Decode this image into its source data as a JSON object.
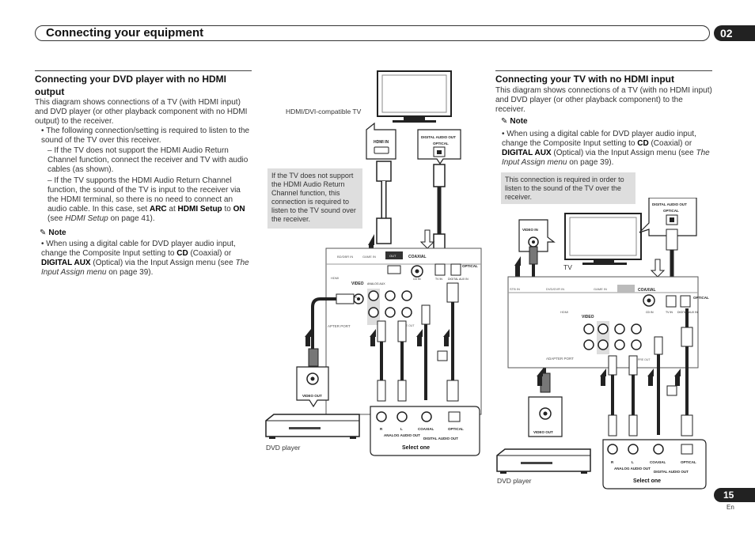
{
  "header": {
    "title": "Connecting your equipment",
    "chapter": "02"
  },
  "left": {
    "heading": "Connecting your DVD player with no HDMI output",
    "intro": "This diagram shows connections of a TV (with HDMI input) and DVD player (or other playback component with no HDMI output) to the receiver.",
    "bullet1": "The following connection/setting is required to listen to the sound of the TV over this receiver.",
    "sub1": "If the TV does not support the HDMI Audio Return Channel function, connect the receiver and TV with audio cables (as shown).",
    "sub2_a": "If the TV supports the HDMI Audio Return Channel function, the sound of the TV is input to the receiver via the HDMI terminal, so there is no need to connect an audio cable. In this case, set",
    "sub2_arc": "ARC",
    "sub2_at": "at",
    "sub2_hdmi_setup": "HDMI Setup",
    "sub2_to": "to",
    "sub2_on": "ON",
    "sub2_see": "(see",
    "sub2_ref": "HDMI Setup",
    "sub2_page": "on page 41).",
    "note_label": "Note",
    "note_a": "When using a digital cable for DVD player audio input, change the Composite Input setting to",
    "note_cd": "CD",
    "note_b": "(Coaxial) or",
    "note_aux": "DIGITAL AUX",
    "note_c": "(Optical) via the Input Assign menu (see",
    "note_ref": "The Input Assign menu",
    "note_page": "on page 39)."
  },
  "right": {
    "heading": "Connecting your TV with no HDMI input",
    "intro": "This diagram shows connections of a TV (with no HDMI input) and DVD player (or other playback component) to the receiver.",
    "note_label": "Note",
    "note_a": "When using a digital cable for DVD player audio input, change the Composite Input setting to",
    "note_cd": "CD",
    "note_b": "(Coaxial) or",
    "note_aux": "DIGITAL AUX",
    "note_c": "(Optical) via the Input Assign menu (see",
    "note_ref": "The Input Assign menu",
    "note_page": "on page 39).",
    "gray_box": "This connection is required in order to listen to the sound of the TV over the receiver."
  },
  "diagram1": {
    "tv_label": "HDMI/DVI-compatible TV",
    "hdmi_in": "HDMI IN",
    "digital_audio_out": "DIGITAL AUDIO OUT",
    "optical": "OPTICAL",
    "gray_box": "If the TV does not support the HDMI Audio Return Channel function, this connection is required to listen to the TV sound over the receiver.",
    "dvd_label": "DVD player",
    "video_out": "VIDEO OUT",
    "analog_audio_out": "ANALOG AUDIO OUT",
    "coaxial": "COAXIAL",
    "optical2": "OPTICAL",
    "digital_audio_out2": "DIGITAL AUDIO OUT",
    "select_one": "Select one",
    "r": "R",
    "l": "L",
    "coaxial_panel": "COAXIAL",
    "optical_panel": "OPTICAL",
    "video_panel": "VIDEO",
    "hdmi_panel": "HDMI",
    "out_panel": "OUT",
    "cd_in": "CD IN",
    "tv_in": "TV IN",
    "digital_aux_in": "DIGITAL AUX IN",
    "adapter_port": "APTER PORT",
    "pre_out": "PRE OUT",
    "in": "IN",
    "analog_aux": "ANALOG AUX"
  },
  "diagram2": {
    "tv_label": "TV",
    "video_in": "VIDEO IN",
    "digital_audio_out": "DIGITAL AUDIO OUT",
    "optical": "OPTICAL",
    "dvd_label": "DVD player",
    "video_out": "VIDEO OUT",
    "analog_audio_out": "ANALOG AUDIO OUT",
    "coaxial": "COAXIAL",
    "optical2": "OPTICAL",
    "digital_audio_out2": "DIGITAL AUDIO OUT",
    "select_one": "Select one",
    "r": "R",
    "l": "L",
    "coaxial_panel": "COAXIAL",
    "optical_panel": "OPTICAL",
    "video_panel": "VIDEO",
    "hdmi_panel": "HDMI",
    "adapter_port": "ADAPTER PORT",
    "pre_out": "PRE OUT",
    "cd_in": "CD IN",
    "tv_in": "TV IN",
    "digital_aux_in": "DIGITAL AUX IN"
  },
  "footer": {
    "page": "15",
    "lang": "En"
  }
}
